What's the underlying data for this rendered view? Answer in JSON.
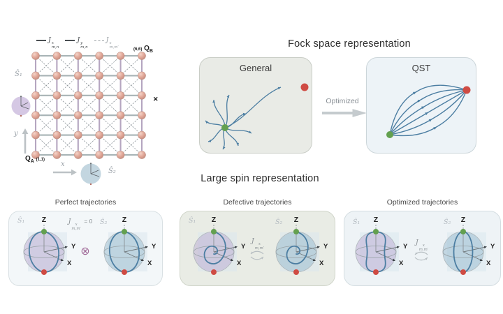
{
  "colors": {
    "flow_blue": "#4c7ea2",
    "green_dot": "#63a04f",
    "red_dot": "#cf4b43",
    "lattice_sphere": "#dfa495",
    "purple_tint": "#baaad2",
    "blue_tint": "#96b9cd",
    "panel_general_bg": "#e9ebe6",
    "panel_qst_bg": "#edf3f7",
    "panel_perfect_bg": "#f3f7f9",
    "panel_defective_bg": "#e9ece5",
    "panel_optimized_bg": "#eef3f6"
  },
  "lattice": {
    "grid": {
      "rows": 6,
      "cols": 6
    },
    "legend": [
      {
        "base": "J",
        "sup": "x",
        "sub": "m,n",
        "style": "solid"
      },
      {
        "base": "J",
        "sup": "y",
        "sub": "m,n",
        "style": "solid"
      },
      {
        "base": "J",
        "sup": "x",
        "sub": "m,m′",
        "style": "dashed"
      }
    ],
    "qubit_b": {
      "coord": "(6,6)",
      "base": "Q",
      "sub": "B"
    },
    "qubit_a": {
      "coord": "(1,1)",
      "base": "Q",
      "sub": "A"
    },
    "defect_marker": "✕",
    "axis_y": "y",
    "axis_x": "x",
    "spin1_label": "Ŝ₁",
    "spin2_label": "Ŝ₂"
  },
  "fock": {
    "title": "Fock space representation",
    "general": {
      "label": "General"
    },
    "qst": {
      "label": "QST"
    },
    "arrow_label": "Optimized"
  },
  "large_spin": {
    "title": "Large spin representation",
    "axes": {
      "x": "X",
      "y": "Y",
      "z": "Z"
    },
    "panels": [
      {
        "caption": "Perfect trajectories",
        "spin1_label": "Ŝ₁",
        "spin2_label": "Ŝ₂",
        "coupling": {
          "base": "J",
          "sup": "x",
          "sub": "m,m′",
          "eq": "= 0"
        },
        "operator": "⊗",
        "trajectories": [
          "closed-ellipse",
          "closed-ellipse"
        ]
      },
      {
        "caption": "Defective trajectories",
        "spin1_label": "Ŝ₁",
        "spin2_label": "Ŝ₂",
        "coupling": {
          "base": "J",
          "sup": "x",
          "sub": "m,m′"
        },
        "trajectories": [
          "spiral",
          "spiral"
        ]
      },
      {
        "caption": "Optimized trajectories",
        "spin1_label": "Ŝ₁",
        "spin2_label": "Ŝ₂",
        "coupling": {
          "base": "J",
          "sup": "x",
          "sub": "m,m′"
        },
        "trajectories": [
          "tall-loop",
          "tall-ellipse"
        ]
      }
    ]
  }
}
